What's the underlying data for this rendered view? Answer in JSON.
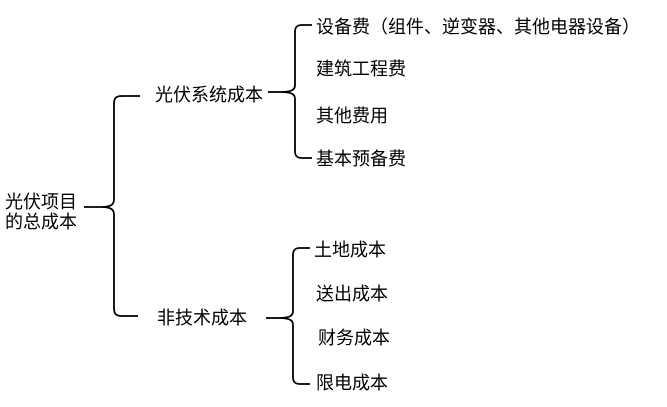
{
  "diagram": {
    "title_meaning": "光伏项目的总成本",
    "root": {
      "label_line1": "光伏项目",
      "label_line2": "的总成本"
    },
    "branches": [
      {
        "label": "光伏系统成本",
        "children": [
          "设备费（组件、逆变器、其他电器设备）",
          "建筑工程费",
          "其他费用",
          "基本预备费"
        ]
      },
      {
        "label": "非技术成本",
        "children": [
          "土地成本",
          "送出成本",
          "财务成本",
          "限电成本"
        ]
      }
    ],
    "colors": {
      "line": "#000000",
      "text": "#000000",
      "background": "#ffffff"
    }
  }
}
